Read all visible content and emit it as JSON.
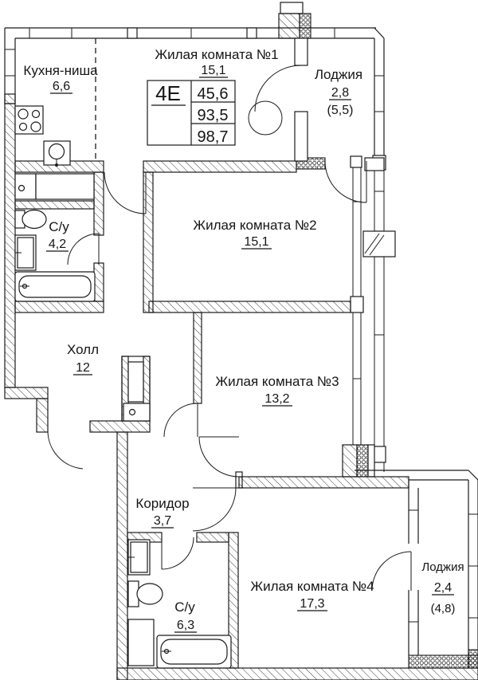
{
  "legend": {
    "type_label": "4Е",
    "values": [
      "45,6",
      "93,5",
      "98,7"
    ]
  },
  "rooms": {
    "kitchen": {
      "name": "Кухня-ниша",
      "area": "6,6"
    },
    "room1": {
      "name": "Жилая комната №1",
      "area": "15,1"
    },
    "loggia_top": {
      "name": "Лоджия",
      "area": "2,8",
      "area_coeff": "(5,5)"
    },
    "bath1": {
      "name": "С/у",
      "area": "4,2"
    },
    "room2": {
      "name": "Жилая комната №2",
      "area": "15,1"
    },
    "hall": {
      "name": "Холл",
      "area": "12"
    },
    "room3": {
      "name": "Жилая комната №3",
      "area": "13,2"
    },
    "corridor": {
      "name": "Коридор",
      "area": "3,7"
    },
    "bath2": {
      "name": "С/у",
      "area": "6,3"
    },
    "room4": {
      "name": "Жилая комната №4",
      "area": "17,3"
    },
    "loggia_bottom": {
      "name": "Лоджия",
      "area": "2,4",
      "area_coeff": "(4,8)"
    }
  },
  "colors": {
    "line": "#1a1a1a",
    "background": "#ffffff"
  }
}
